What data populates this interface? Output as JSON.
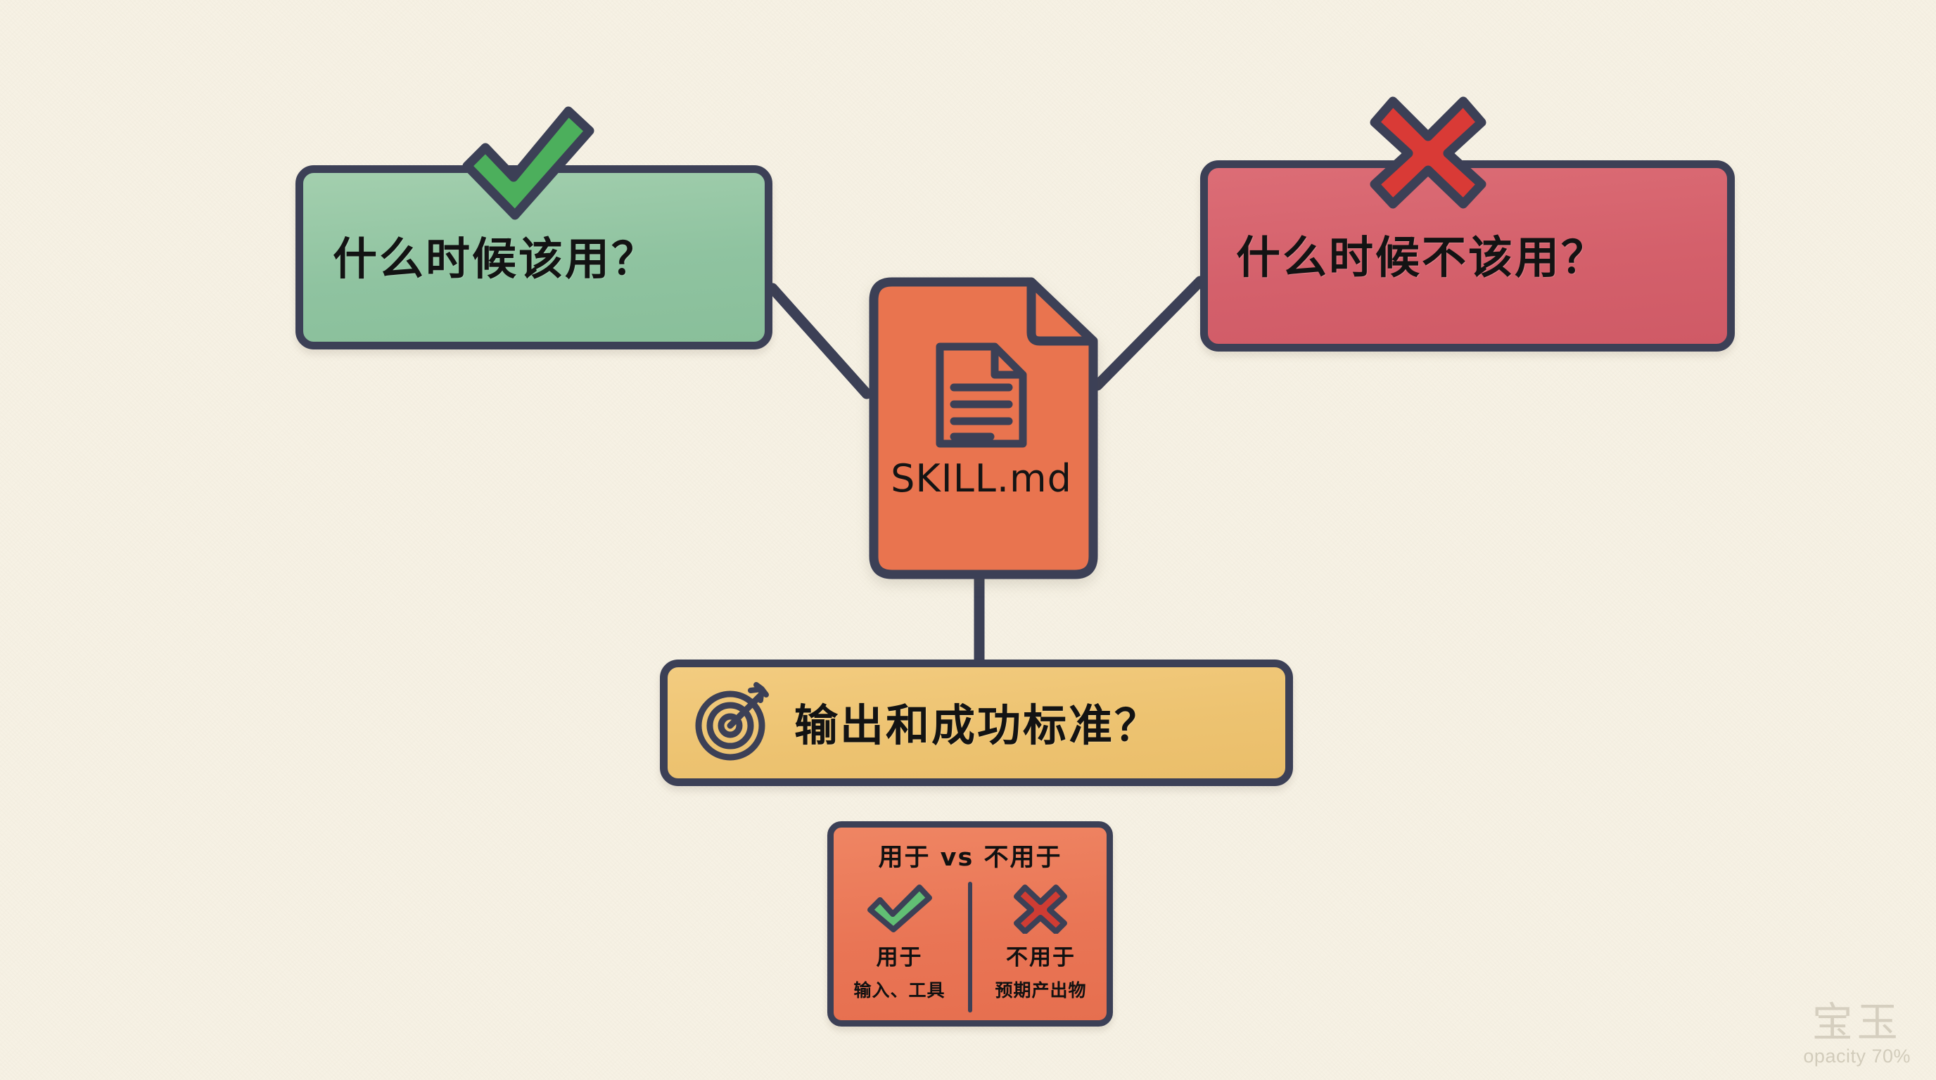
{
  "background": {
    "color": "#f6f1e4"
  },
  "palette": {
    "outline": "#3c4056",
    "green": "#8fc3a0",
    "green_icon": "#4caf5c",
    "red": "#d4606b",
    "red_icon": "#d93a36",
    "orange": "#e9744f",
    "yellow": "#edc371",
    "text": "#111111"
  },
  "diagram": {
    "type": "mind-map",
    "center": {
      "id": "skill-doc",
      "label": "SKILL.md",
      "icon": "document-icon",
      "color": "#e9744f"
    },
    "branches": [
      {
        "id": "when-to-use",
        "label": "什么时候该用？",
        "icon": "check-icon",
        "color": "#8fc3a0",
        "position": "left"
      },
      {
        "id": "when-not-to-use",
        "label": "什么时候不该用？",
        "icon": "cross-icon",
        "color": "#d4606b",
        "position": "right"
      },
      {
        "id": "output-criteria",
        "label": "输出和成功标准？",
        "icon": "target-icon",
        "color": "#edc371",
        "position": "bottom"
      }
    ],
    "legend_card": {
      "id": "use-vs-not-use",
      "title": "用于 vs 不用于",
      "color": "#e9744f",
      "columns": [
        {
          "icon": "check-icon",
          "label": "用于",
          "sublabel": "输入、工具"
        },
        {
          "icon": "cross-icon",
          "label": "不用于",
          "sublabel": "预期产出物"
        }
      ]
    }
  },
  "watermark": {
    "mark": "宝玉",
    "note": "opacity 70%"
  }
}
